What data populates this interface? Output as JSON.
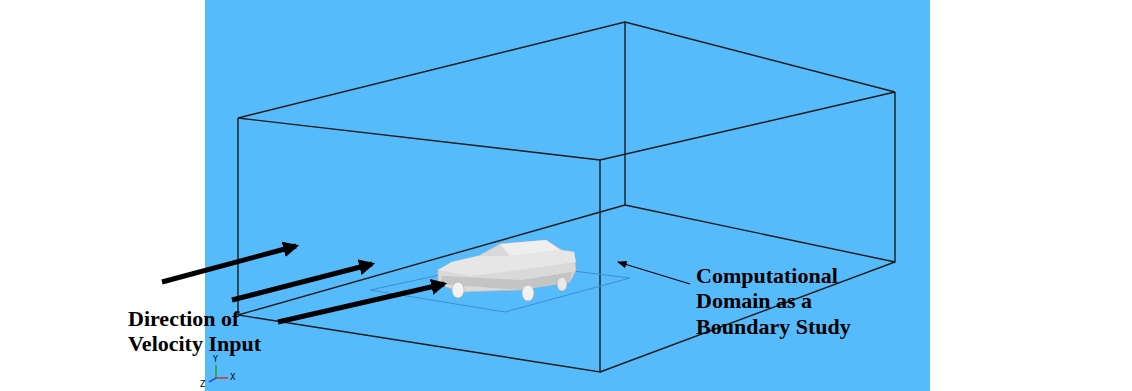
{
  "diagram": {
    "labels": [
      "Direction of Velocity Input",
      "Computational Domain as a Boundary Study",
      "Y",
      "Z",
      "X"
    ]
  }
}
